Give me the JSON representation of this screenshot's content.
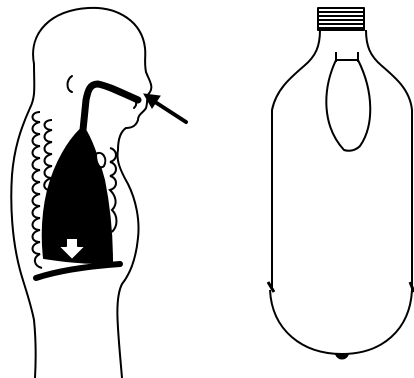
{
  "diagram": {
    "panels": [
      {
        "id": "human-breathing",
        "parts": [
          "head-outline",
          "airway-tube",
          "lung",
          "rib-cage",
          "diaphragm",
          "air-intake-arrow",
          "down-arrow-icon"
        ]
      },
      {
        "id": "bottle-lung-model",
        "parts": [
          "bottle-outline",
          "bottle-cap-threads",
          "balloon",
          "rubber-membrane-base"
        ]
      }
    ],
    "colors": {
      "ink": "#000000",
      "paper": "#ffffff"
    }
  }
}
